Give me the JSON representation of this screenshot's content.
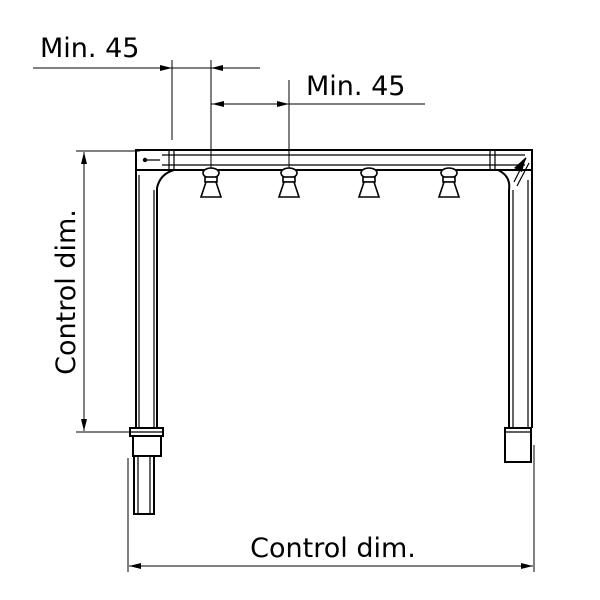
{
  "dimensions": {
    "top_left": "Min. 45",
    "top_right": "Min. 45",
    "vertical": "Control dim.",
    "horizontal": "Control dim."
  }
}
